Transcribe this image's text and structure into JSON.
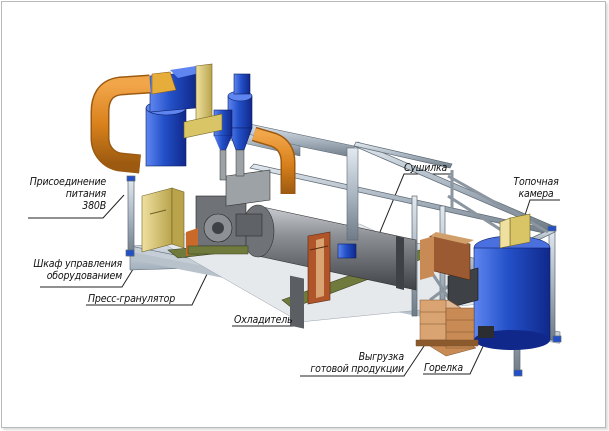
{
  "labels": {
    "power_connection": [
      "Присоединение",
      "питания",
      "380В"
    ],
    "control_cabinet": [
      "Шкаф управления",
      "оборудованием"
    ],
    "pellet_press": "Пресс-гранулятор",
    "cooler": "Охладитель",
    "dryer": "Сушилка",
    "furnace_chamber": [
      "Топочная",
      "камера"
    ],
    "product_unloading": [
      "Выгрузка",
      "готовой продукции"
    ],
    "burner": "Горелка"
  },
  "colors": {
    "frame_steel": "#aab6c2",
    "ducting_orange": "#d9811c",
    "cyclone_blue": "#2350c8",
    "yellow_cabinet": "#d9c566",
    "grey_equipment": "#8d9196",
    "furnace_blue": "#2346c4",
    "wood_brown": "#c98b55",
    "floor_green": "#6f7a3c"
  }
}
